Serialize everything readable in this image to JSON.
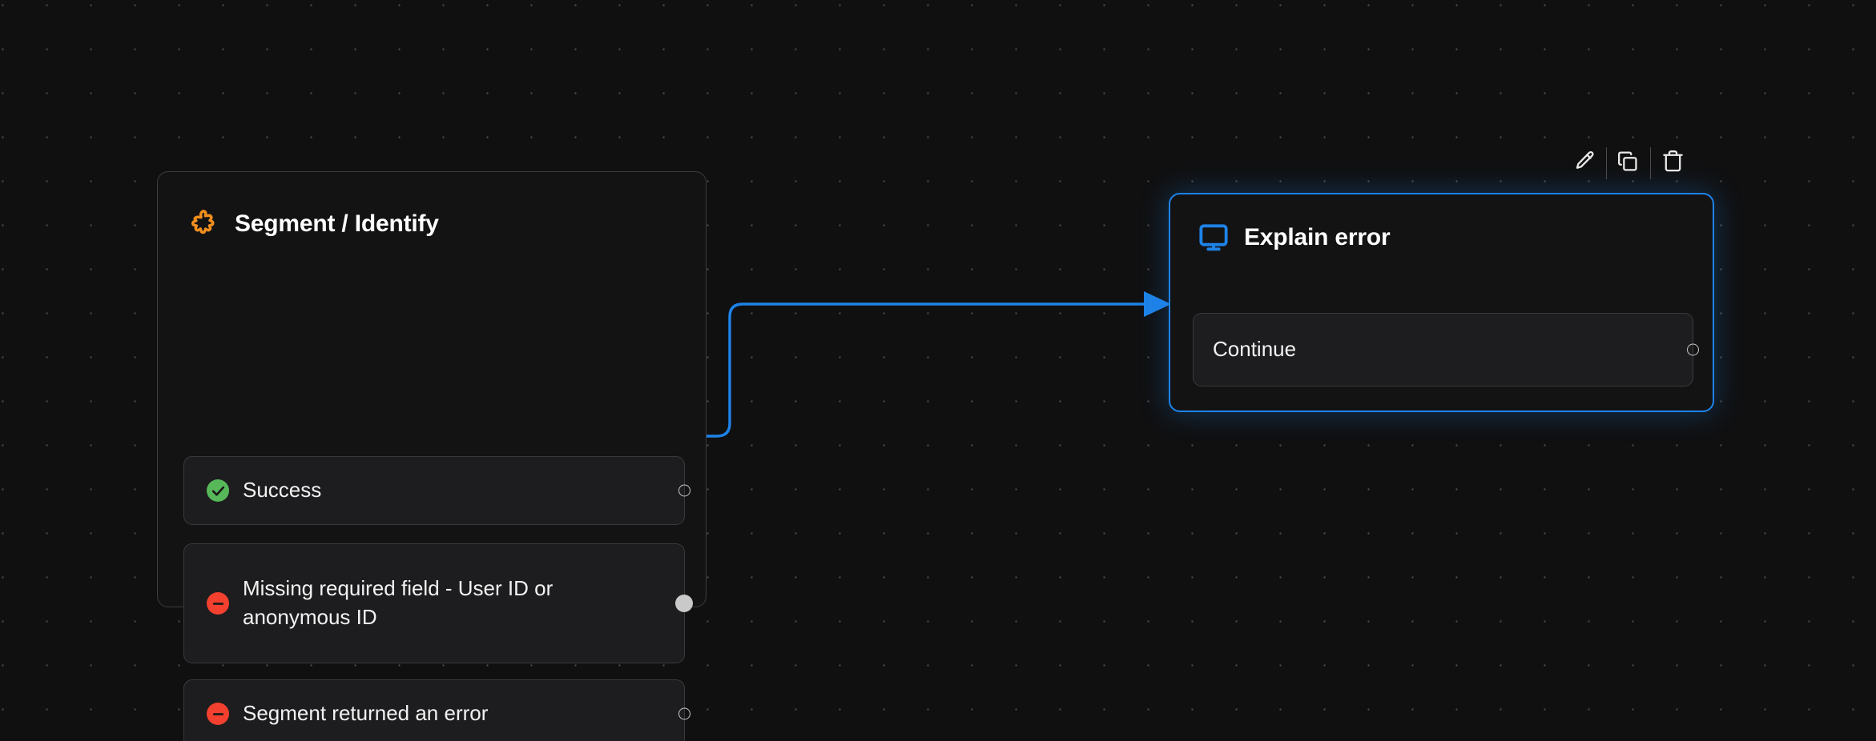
{
  "canvas": {
    "background_color": "#101011",
    "dot_color": "#4a4a4a"
  },
  "toolbar": {
    "edit_icon": "pencil-icon",
    "duplicate_icon": "copy-icon",
    "delete_icon": "trash-icon"
  },
  "nodes": [
    {
      "id": "segment-identify",
      "title": "Segment / Identify",
      "icon": "puzzle-piece-icon",
      "icon_color": "#f08e1e",
      "selected": false,
      "outputs": [
        {
          "label": "Success",
          "status": "success",
          "status_color": "#57b85a",
          "handle": "open"
        },
        {
          "label": "Missing required field - User ID or anonymous ID",
          "status": "error",
          "status_color": "#f4402e",
          "handle": "filled"
        },
        {
          "label": "Segment returned an error",
          "status": "error",
          "status_color": "#f4402e",
          "handle": "open"
        }
      ]
    },
    {
      "id": "explain-error",
      "title": "Explain error",
      "icon": "monitor-icon",
      "icon_color": "#1e83e8",
      "selected": true,
      "selection_color": "#1e83e8",
      "outputs": [
        {
          "label": "Continue",
          "status": "none",
          "handle": "open"
        }
      ]
    }
  ],
  "edges": [
    {
      "from": "segment-identify.Missing required field - User ID or anonymous ID",
      "to": "explain-error",
      "color": "#1e83e8",
      "style": "step-rounded",
      "arrow": "arrowhead-right"
    }
  ]
}
